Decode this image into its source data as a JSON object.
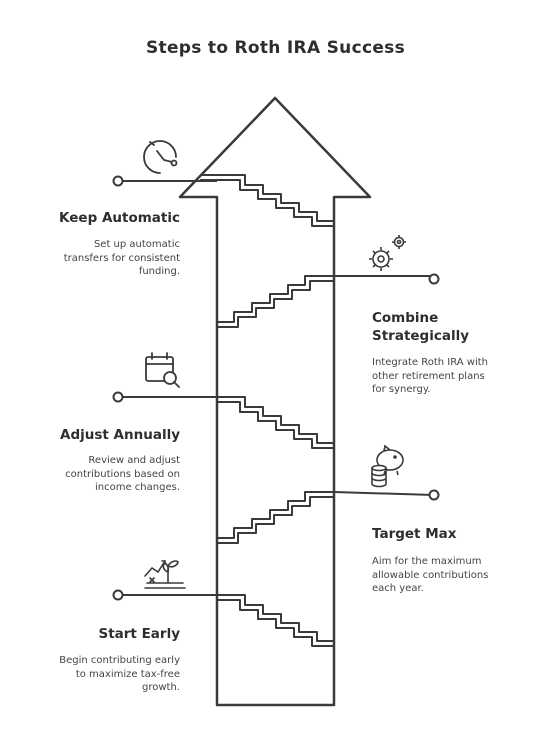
{
  "title": "Steps to Roth IRA Success",
  "steps": [
    {
      "title": "Keep Automatic",
      "desc": [
        "Set up automatic",
        "transfers for consistent",
        "funding."
      ],
      "icon": "clock-icon"
    },
    {
      "title": "Combine Strategically",
      "title_lines": [
        "Combine",
        "Strategically"
      ],
      "desc": [
        "Integrate Roth IRA with",
        "other retirement plans",
        "for synergy."
      ],
      "icon": "gears-icon"
    },
    {
      "title": "Adjust Annually",
      "desc": [
        "Review and adjust",
        "contributions based on",
        "income changes."
      ],
      "icon": "calendar-search-icon"
    },
    {
      "title": "Target Max",
      "desc": [
        "Aim for the maximum",
        "allowable contributions",
        "each year."
      ],
      "icon": "piggy-bank-coins-icon"
    },
    {
      "title": "Start Early",
      "desc": [
        "Begin contributing early",
        "to maximize tax-free",
        "growth."
      ],
      "icon": "growth-chart-plant-icon"
    }
  ],
  "colors": {
    "stroke": "#3a3a3a",
    "text": "#2e2e2e"
  }
}
